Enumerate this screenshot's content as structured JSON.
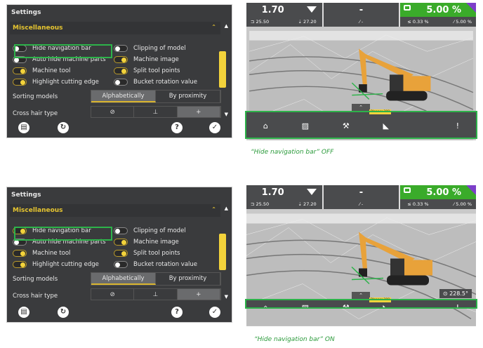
{
  "panels": [
    {
      "title": "Settings",
      "section": "Miscellaneous",
      "options": [
        {
          "label": "Hide navigation bar",
          "on": false
        },
        {
          "label": "Clipping of model",
          "on": false
        },
        {
          "label": "Auto hide machine parts",
          "on": false
        },
        {
          "label": "Machine image",
          "on": true
        },
        {
          "label": "Machine tool",
          "on": true
        },
        {
          "label": "Split tool points",
          "on": true
        },
        {
          "label": "Highlight cutting edge",
          "on": true
        },
        {
          "label": "Bucket rotation value",
          "on": false
        }
      ],
      "sorting_label": "Sorting models",
      "sorting_options": [
        "Alphabetically",
        "By proximity"
      ],
      "sorting_selected": 0,
      "crosshair_label": "Cross hair type",
      "crosshair_options": [
        "⊘",
        "⊥",
        "+"
      ],
      "crosshair_selected": 2,
      "footer": [
        "machine-icon",
        "reset-icon",
        "help-icon",
        "confirm-icon"
      ]
    },
    {
      "title": "Settings",
      "section": "Miscellaneous",
      "options": [
        {
          "label": "Hide navigation bar",
          "on": true
        },
        {
          "label": "Clipping of model",
          "on": false
        },
        {
          "label": "Auto hide machine parts",
          "on": false
        },
        {
          "label": "Machine image",
          "on": true
        },
        {
          "label": "Machine tool",
          "on": true
        },
        {
          "label": "Split tool points",
          "on": true
        },
        {
          "label": "Highlight cutting edge",
          "on": true
        },
        {
          "label": "Bucket rotation value",
          "on": false
        }
      ],
      "sorting_label": "Sorting models",
      "sorting_options": [
        "Alphabetically",
        "By proximity"
      ],
      "sorting_selected": 0,
      "crosshair_label": "Cross hair type",
      "crosshair_options": [
        "⊘",
        "⊥",
        "+"
      ],
      "crosshair_selected": 2,
      "footer": [
        "machine-icon",
        "reset-icon",
        "help-icon",
        "confirm-icon"
      ]
    }
  ],
  "viewers": [
    {
      "box1_value": "1.70",
      "box1_left": "⊐ 25.50",
      "box1_right": "⇣ 27.20",
      "box2_value": "-",
      "box2_sub": "⁄ -",
      "box3_value": "5.00 %",
      "box3_left": "≤ 0.33 %",
      "box3_right": "⁄ 5.00 %",
      "tag": "Planner 200",
      "heading": null,
      "nav_hidden": false,
      "caption": "“Hide navigation bar” OFF"
    },
    {
      "box1_value": "1.70",
      "box1_left": "⊐ 25.50",
      "box1_right": "⇣ 27.20",
      "box2_value": "-",
      "box2_sub": "⁄ -",
      "box3_value": "5.00 %",
      "box3_left": "≤ 0.33 %",
      "box3_right": "⁄ 5.00 %",
      "tag": "Planner 200",
      "heading": "228.5°",
      "nav_hidden": true,
      "caption": "“Hide navigation bar” ON"
    }
  ],
  "colors": {
    "accent": "#f3d33b",
    "highlight": "#2db34a",
    "grade_ok": "#3aab2a"
  }
}
